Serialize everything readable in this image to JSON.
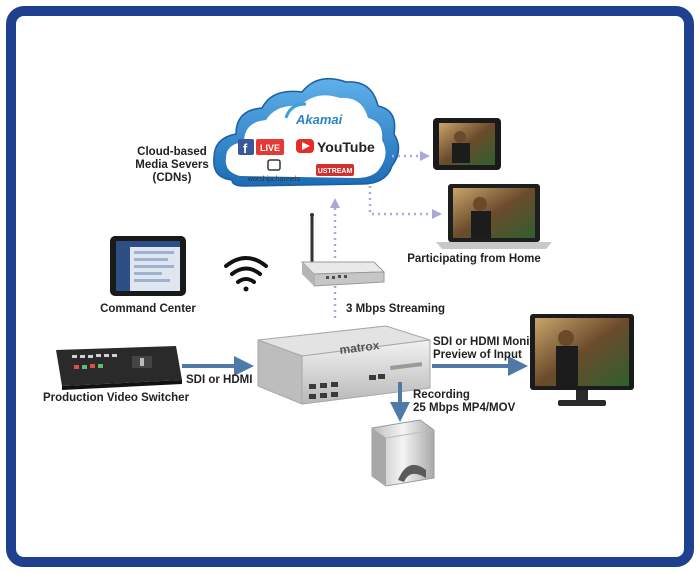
{
  "labels": {
    "cdn_line1": "Cloud-based",
    "cdn_line2": "Media Severs",
    "cdn_line3": "(CDNs)",
    "participating": "Participating from Home",
    "command_center": "Command Center",
    "streaming": "3 Mbps Streaming",
    "sdi_hdmi": "SDI or HDMI",
    "monitor_line1": "SDI or HDMI Monitor",
    "monitor_line2": "Preview of Input",
    "recording_line1": "Recording",
    "recording_line2": "25 Mbps MP4/MOV",
    "switcher": "Production Video Switcher"
  },
  "cloud": {
    "akamai": "Akamai",
    "fb_live": "LIVE",
    "youtube": "YouTube",
    "worship": "worshipchannels",
    "ustream": "USTREAM"
  },
  "device": {
    "brand": "matrox"
  },
  "colors": {
    "frame": "#1f3f8f",
    "cloud": "#2b84c9",
    "arrow": "#4f79a8",
    "dotted": "#a9a9d6"
  }
}
